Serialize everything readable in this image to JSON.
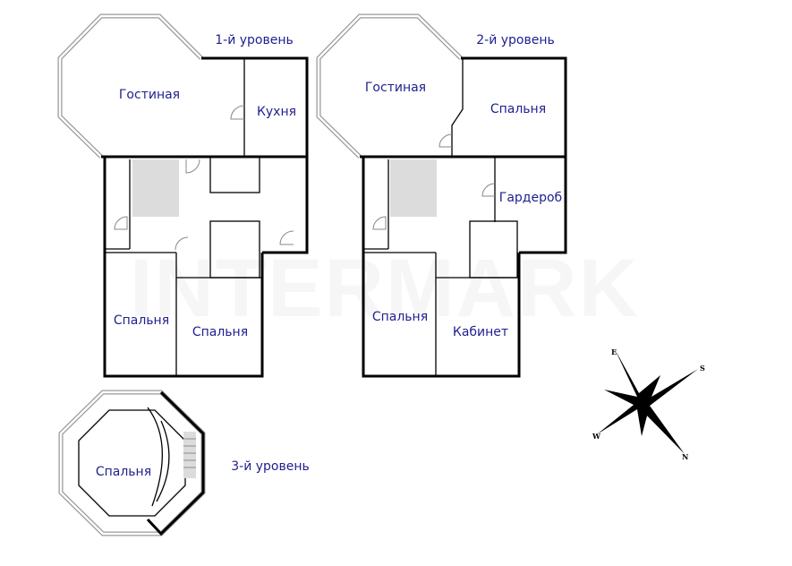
{
  "watermark": "INTERMARK",
  "levels": [
    {
      "title": "1-й уровень",
      "rooms": [
        "Гостиная",
        "Кухня",
        "Спальня",
        "Спальня"
      ]
    },
    {
      "title": "2-й уровень",
      "rooms": [
        "Гостиная",
        "Спальня",
        "Гардероб",
        "Спальня",
        "Кабинет"
      ]
    },
    {
      "title": "3-й уровень",
      "rooms": [
        "Спальня"
      ]
    }
  ],
  "compass": {
    "labels": [
      "E",
      "S",
      "W",
      "N"
    ]
  },
  "colors": {
    "label": "#1f1f8f",
    "walls": "#000000"
  }
}
